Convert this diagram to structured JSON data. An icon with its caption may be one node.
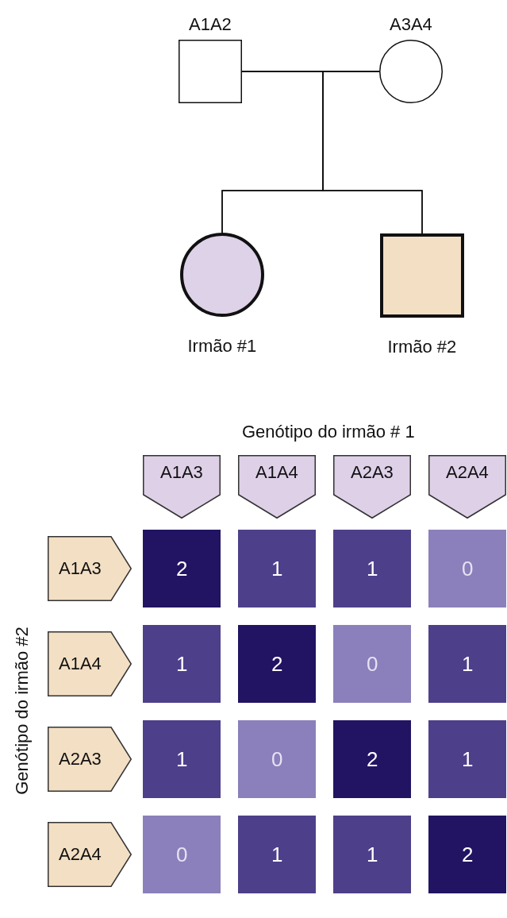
{
  "diagram": {
    "nodes": [
      {
        "text": [
          "A1A2"
        ]
      },
      {
        "text": [
          "A3A4"
        ]
      },
      {
        "text": [
          "Irmão #1"
        ]
      },
      {
        "text": [
          "Irmão #2"
        ]
      },
      {
        "text": [
          "A1A3"
        ]
      },
      {
        "text": [
          "A1A4"
        ]
      },
      {
        "text": [
          "A2A3"
        ]
      },
      {
        "text": [
          "A2A4"
        ]
      },
      {
        "text": [
          "A1A3"
        ]
      },
      {
        "text": [
          "2"
        ]
      },
      {
        "text": [
          "1"
        ]
      },
      {
        "text": [
          "1"
        ]
      },
      {
        "text": [
          "0"
        ]
      },
      {
        "text": [
          "A1A4"
        ]
      },
      {
        "text": [
          "1"
        ]
      },
      {
        "text": [
          "2"
        ]
      },
      {
        "text": [
          "0"
        ]
      },
      {
        "text": [
          "1"
        ]
      },
      {
        "text": [
          "A2A3"
        ]
      },
      {
        "text": [
          "1"
        ]
      },
      {
        "text": [
          "0"
        ]
      },
      {
        "text": [
          "2"
        ]
      },
      {
        "text": [
          "1"
        ]
      },
      {
        "text": [
          "A2A4"
        ]
      },
      {
        "text": [
          "0"
        ]
      },
      {
        "text": [
          "1"
        ]
      },
      {
        "text": [
          "1"
        ]
      },
      {
        "text": [
          "2"
        ]
      }
    ],
    "edges": [
      {
        "from": 0,
        "to": 1,
        "arrow": "none"
      },
      {
        "from": 0,
        "to": 2,
        "arrow": "none"
      },
      {
        "from": 0,
        "to": 3,
        "arrow": "none"
      },
      {
        "from": 1,
        "to": 2,
        "arrow": "none"
      },
      {
        "from": 1,
        "to": 3,
        "arrow": "none"
      }
    ],
    "labels": [
      "Genótipo do irmão # 1",
      "Genótipo do irmão #2"
    ]
  }
}
